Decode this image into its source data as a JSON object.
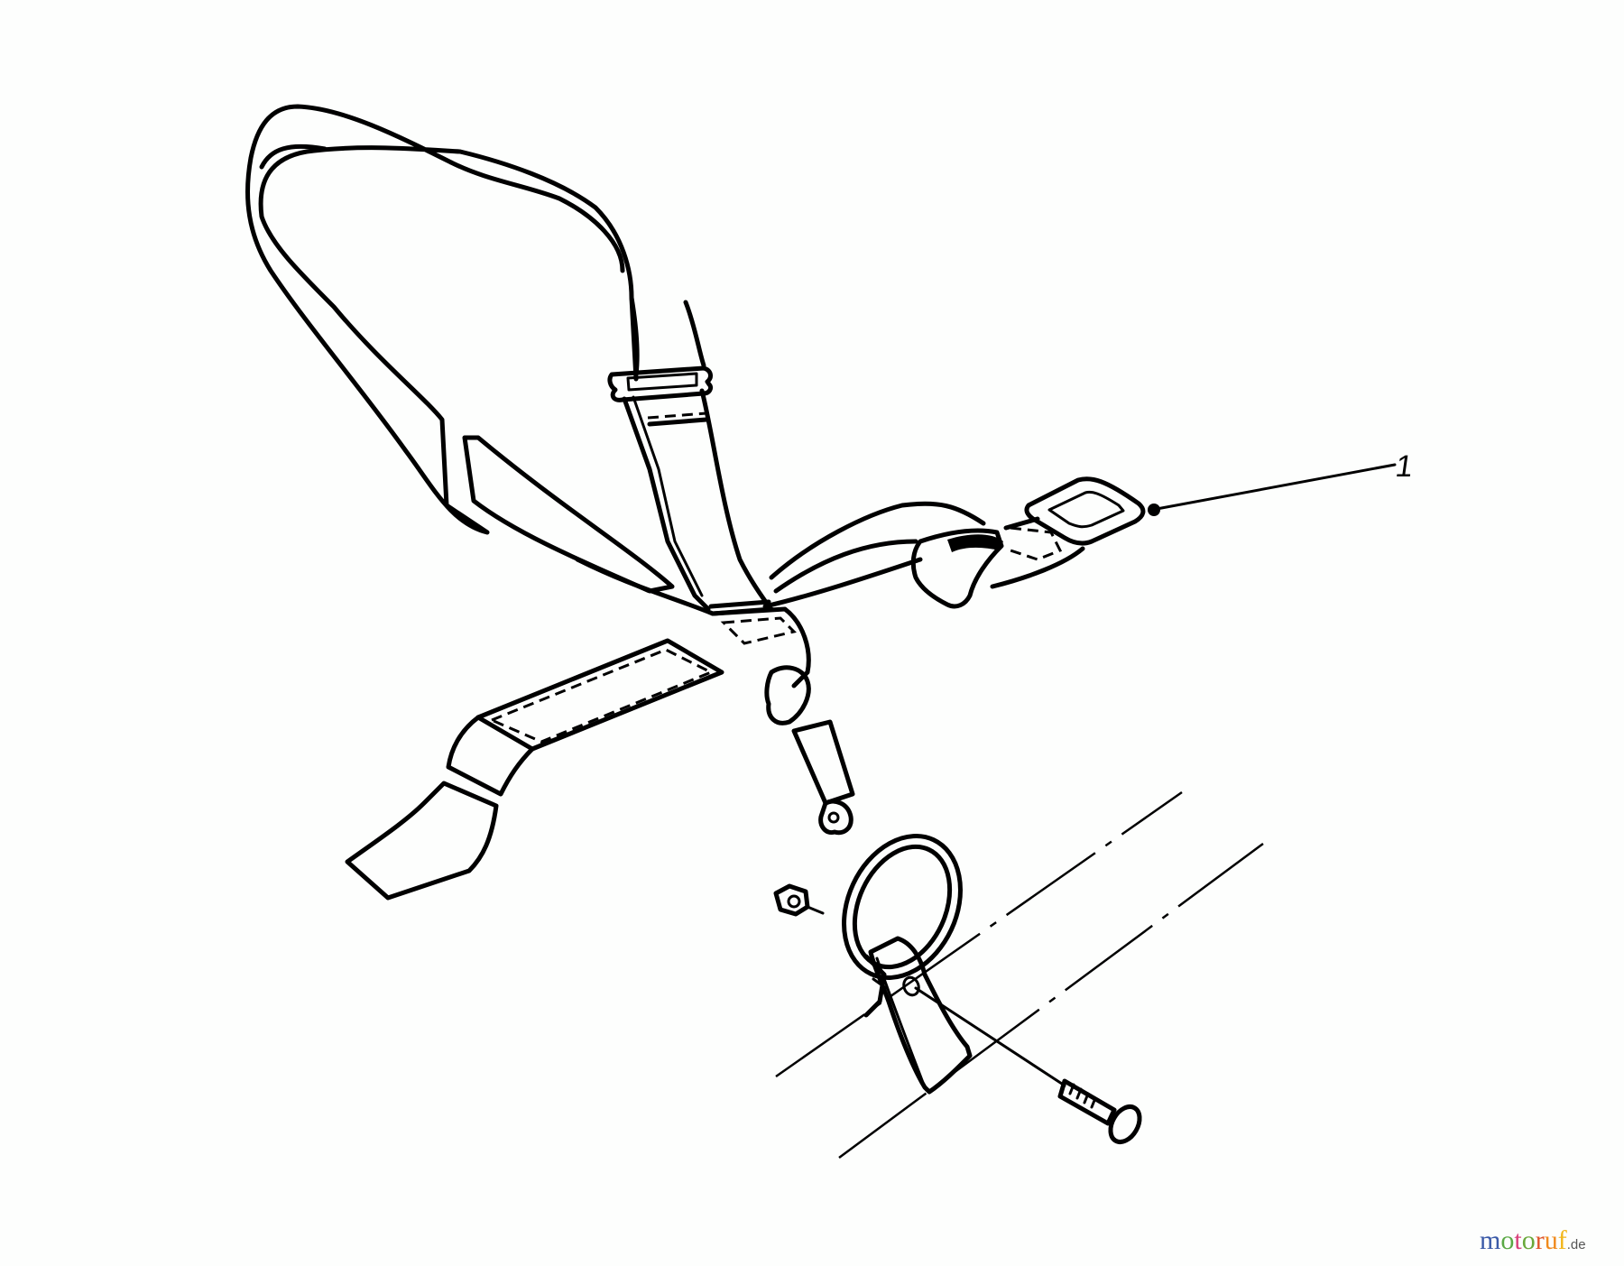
{
  "diagram": {
    "type": "exploded parts illustration",
    "subject": "shoulder harness strap with trimmer shaft mounting hardware",
    "line_color": "#000000",
    "background_color": "#fdfefd",
    "callouts": [
      {
        "label": "1",
        "target": "harness-assembly"
      }
    ],
    "parts": [
      {
        "name": "shoulder-pad-loop"
      },
      {
        "name": "adjustment-slider"
      },
      {
        "name": "main-strap"
      },
      {
        "name": "hook-clip"
      },
      {
        "name": "waist-strap-velcro"
      },
      {
        "name": "rectangular-buckle"
      },
      {
        "name": "strap-ring"
      },
      {
        "name": "hex-nut"
      },
      {
        "name": "shaft-clamp"
      },
      {
        "name": "screw"
      },
      {
        "name": "shaft-centerlines"
      }
    ]
  },
  "watermark": {
    "letters": [
      "m",
      "o",
      "t",
      "o",
      "r",
      "u",
      "f"
    ],
    "tld": ".de",
    "colors": {
      "m": "#3b5aa8",
      "o1": "#5aa945",
      "t": "#d8407a",
      "o2": "#6aa83a",
      "r": "#e0562a",
      "u": "#f08a1c",
      "f": "#f2b61a"
    }
  }
}
